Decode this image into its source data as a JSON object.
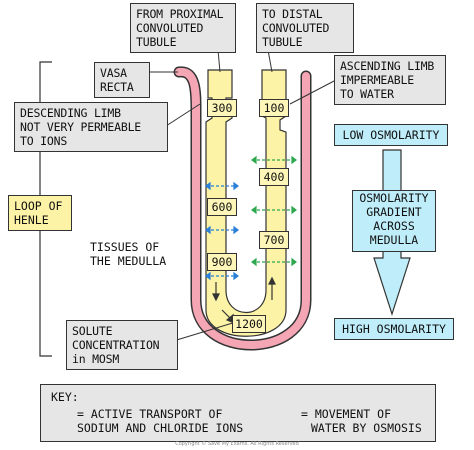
{
  "labels": {
    "from_proximal": [
      "FROM PROXIMAL",
      "CONVOLUTED",
      "TUBULE"
    ],
    "to_distal": [
      "TO DISTAL",
      "CONVOLUTED",
      "TUBULE"
    ],
    "vasa_recta": [
      "VASA",
      "RECTA"
    ],
    "ascending_limb": [
      "ASCENDING LIMB",
      "IMPERMEABLE",
      "TO WATER"
    ],
    "descending_limb": [
      "DESCENDING LIMB",
      "NOT VERY PERMEABLE",
      "TO IONS"
    ],
    "loop_of_henle": [
      "LOOP OF",
      "HENLE"
    ],
    "tissues": [
      "TISSUES OF",
      "THE MEDULLA"
    ],
    "solute": [
      "SOLUTE",
      "CONCENTRATION",
      "in MOSM"
    ],
    "low_osm": "LOW OSMOLARITY",
    "gradient": [
      "OSMOLARITY",
      "GRADIENT",
      "ACROSS",
      "MEDULLA"
    ],
    "high_osm": "HIGH OSMOLARITY"
  },
  "concentrations": {
    "descending": [
      "300",
      "600",
      "900"
    ],
    "bottom": "1200",
    "ascending": [
      "100",
      "400",
      "700"
    ]
  },
  "key": {
    "title": "KEY:",
    "green": [
      "= ACTIVE TRANSPORT OF",
      "SODIUM AND CHLORIDE IONS"
    ],
    "blue": [
      "= MOVEMENT OF",
      "WATER BY OSMOSIS"
    ]
  },
  "copyright": "Copyright © Save My Exams. All Rights Reserved",
  "colors": {
    "tubule_fill": "#fdf3a6",
    "vasa_recta": "#f4a6b4",
    "green_arrow": "#2fa84f",
    "blue_arrow": "#2a7fd6",
    "blue_box": "#bfeefa",
    "grey_box": "#e6e6e6"
  }
}
